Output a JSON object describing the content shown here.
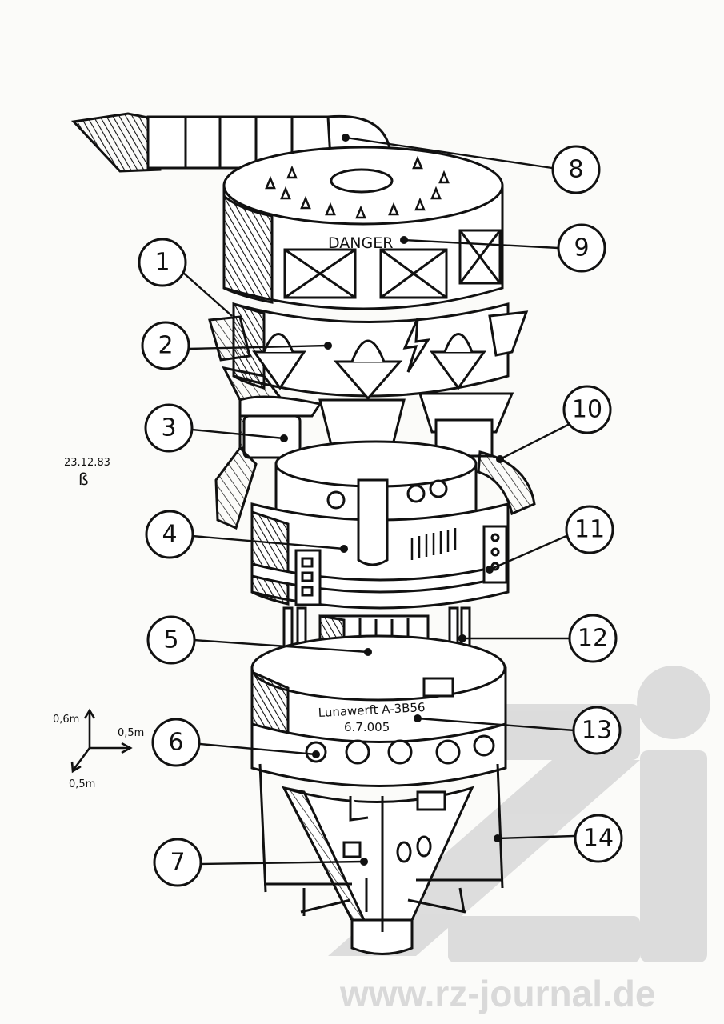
{
  "callouts": [
    "1",
    "2",
    "3",
    "4",
    "5",
    "6",
    "7",
    "8",
    "9",
    "10",
    "11",
    "12",
    "13",
    "14"
  ],
  "labels": {
    "danger": "DANGER",
    "hull_line1": "Lunawerft A-3B56",
    "hull_line2": "6.7.005",
    "date": "23.12.83",
    "signature": "ß"
  },
  "scale": {
    "vertical": "0,6m",
    "horizontal": "0,5m",
    "depth": "0,5m"
  },
  "watermark": {
    "text": "www.rz-journal.de",
    "color": "#d6d6d6"
  },
  "colors": {
    "ink": "#111111",
    "paper": "#fbfbf9"
  }
}
